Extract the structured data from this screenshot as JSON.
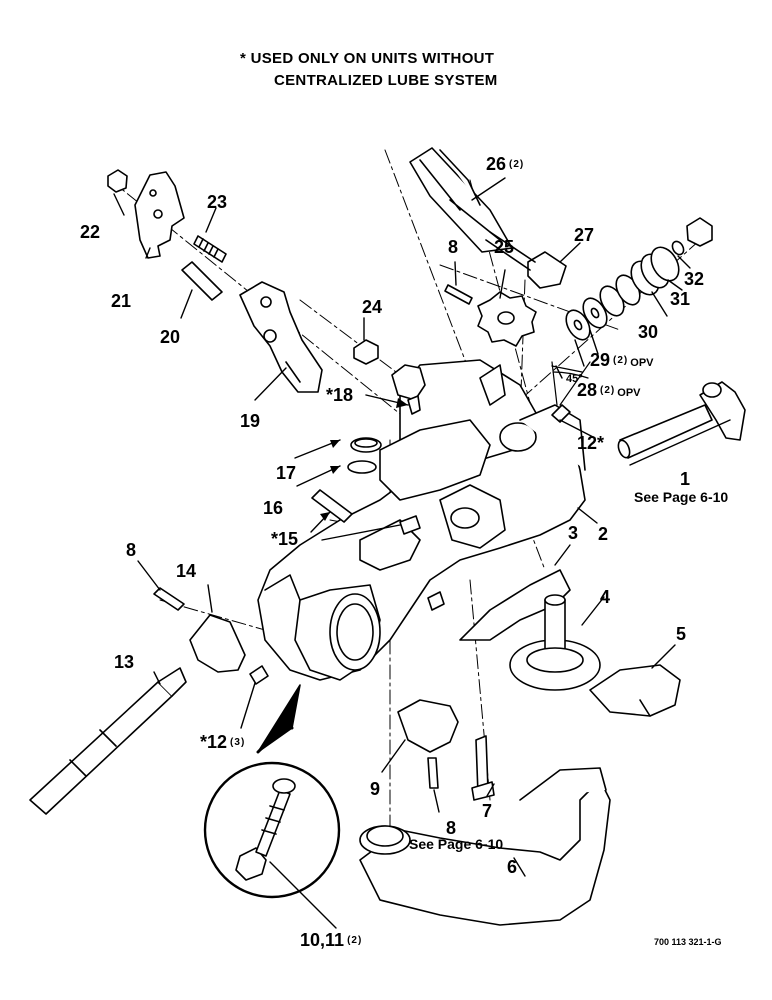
{
  "note": {
    "line1": "* USED ONLY ON UNITS WITHOUT",
    "line2": "CENTRALIZED LUBE SYSTEM"
  },
  "angle_label": "45°",
  "callouts": {
    "c1": "1",
    "c1_ref": "See Page 6-10",
    "c2": "2",
    "c3": "3",
    "c4": "4",
    "c5": "5",
    "c6": "6",
    "c7": "7",
    "c8a": "8",
    "c8b": "8",
    "c8c": "8",
    "c8c_ref": "See Page 6-10",
    "c9": "9",
    "c10_11": "10,11",
    "c10_11_qty": "(2)",
    "c12a": "12",
    "c12a_star": "*",
    "c12b": "12",
    "c12b_star": "*",
    "c12b_qty": "(3)",
    "c13": "13",
    "c14": "14",
    "c15": "15",
    "c15_star": "*",
    "c16": "16",
    "c17": "17",
    "c18": "18",
    "c18_star": "*",
    "c19": "19",
    "c20": "20",
    "c21": "21",
    "c22": "22",
    "c23": "23",
    "c24": "24",
    "c25": "25",
    "c26": "26",
    "c26_qty": "(2)",
    "c27": "27",
    "c28": "28",
    "c28_qty": "(2)",
    "c28_opv": "OPV",
    "c29": "29",
    "c29_qty": "(2)",
    "c29_opv": "OPV",
    "c30": "30",
    "c31": "31",
    "c32": "32"
  },
  "drawing_code": "700 113 321-1-G"
}
